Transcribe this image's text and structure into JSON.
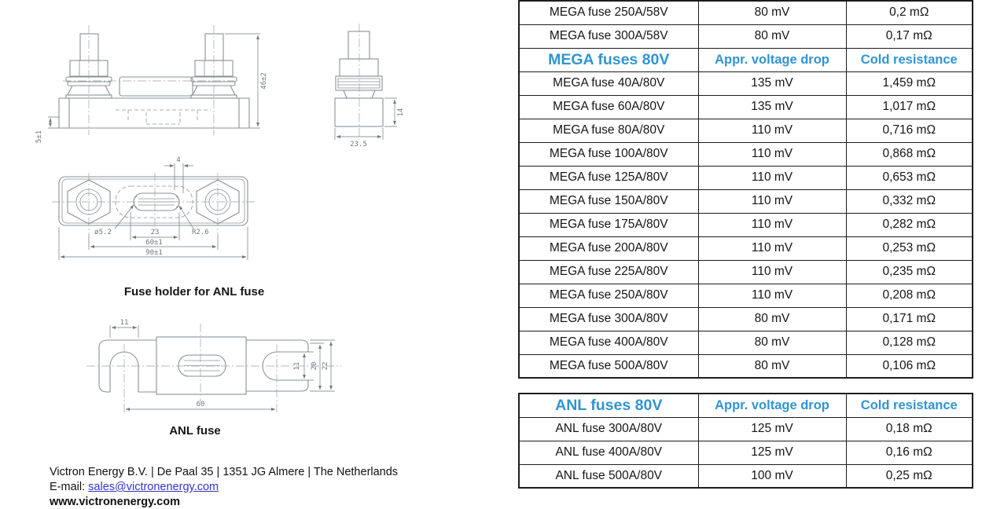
{
  "accent_blue": "#3095d2",
  "tables": {
    "mega": {
      "pre_rows": [
        [
          "MEGA fuse 250A/58V",
          "80 mV",
          "0,2 mΩ"
        ],
        [
          "MEGA fuse 300A/58V",
          "80 mV",
          "0,17 mΩ"
        ]
      ],
      "header": [
        "MEGA fuses 80V",
        "Appr. voltage drop",
        "Cold resistance"
      ],
      "rows": [
        [
          "MEGA fuse 40A/80V",
          "135 mV",
          "1,459 mΩ"
        ],
        [
          "MEGA fuse 60A/80V",
          "135 mV",
          "1,017 mΩ"
        ],
        [
          "MEGA fuse 80A/80V",
          "110 mV",
          "0,716 mΩ"
        ],
        [
          "MEGA fuse 100A/80V",
          "110 mV",
          "0,868 mΩ"
        ],
        [
          "MEGA fuse 125A/80V",
          "110 mV",
          "0,653 mΩ"
        ],
        [
          "MEGA fuse 150A/80V",
          "110 mV",
          "0,332 mΩ"
        ],
        [
          "MEGA fuse 175A/80V",
          "110 mV",
          "0,282 mΩ"
        ],
        [
          "MEGA fuse 200A/80V",
          "110 mV",
          "0,253 mΩ"
        ],
        [
          "MEGA fuse 225A/80V",
          "110 mV",
          "0,235 mΩ"
        ],
        [
          "MEGA fuse 250A/80V",
          "110 mV",
          "0,208 mΩ"
        ],
        [
          "MEGA fuse 300A/80V",
          "80 mV",
          "0,171 mΩ"
        ],
        [
          "MEGA fuse 400A/80V",
          "80 mV",
          "0,128 mΩ"
        ],
        [
          "MEGA fuse 500A/80V",
          "80 mV",
          "0,106 mΩ"
        ]
      ]
    },
    "anl": {
      "header": [
        "ANL fuses 80V",
        "Appr. voltage drop",
        "Cold resistance"
      ],
      "rows": [
        [
          "ANL fuse 300A/80V",
          "125 mV",
          "0,18 mΩ"
        ],
        [
          "ANL fuse 400A/80V",
          "125 mV",
          "0,16 mΩ"
        ],
        [
          "ANL fuse 500A/80V",
          "100 mV",
          "0,25 mΩ"
        ]
      ]
    }
  },
  "drawings": {
    "fuse_holder_front": {
      "dims": {
        "height": "46±2",
        "step": "5±1"
      }
    },
    "fuse_holder_side": {
      "dims": {
        "width": "23.5",
        "base_height": "14"
      }
    },
    "fuse_holder_top": {
      "dims": {
        "slot_end": "4",
        "hole_dia": "ø5.2",
        "radius": "R2.6",
        "slot_span": "23",
        "bolt_spacing": "60±1",
        "overall": "90±1"
      }
    },
    "anl_fuse": {
      "dims": {
        "hook_width": "11",
        "bolt_spacing": "60",
        "slot_width": "11",
        "inner_height": "20",
        "overall_height": "22"
      }
    }
  },
  "labels": {
    "fuse_holder_caption": "Fuse holder for ANL fuse",
    "anl_caption": "ANL fuse"
  },
  "footer": {
    "address": "Victron Energy B.V. | De Paal 35 | 1351 JG Almere | The Netherlands",
    "email_label": "E-mail: ",
    "email": "sales@victronenergy.com",
    "website": "www.victronenergy.com"
  }
}
